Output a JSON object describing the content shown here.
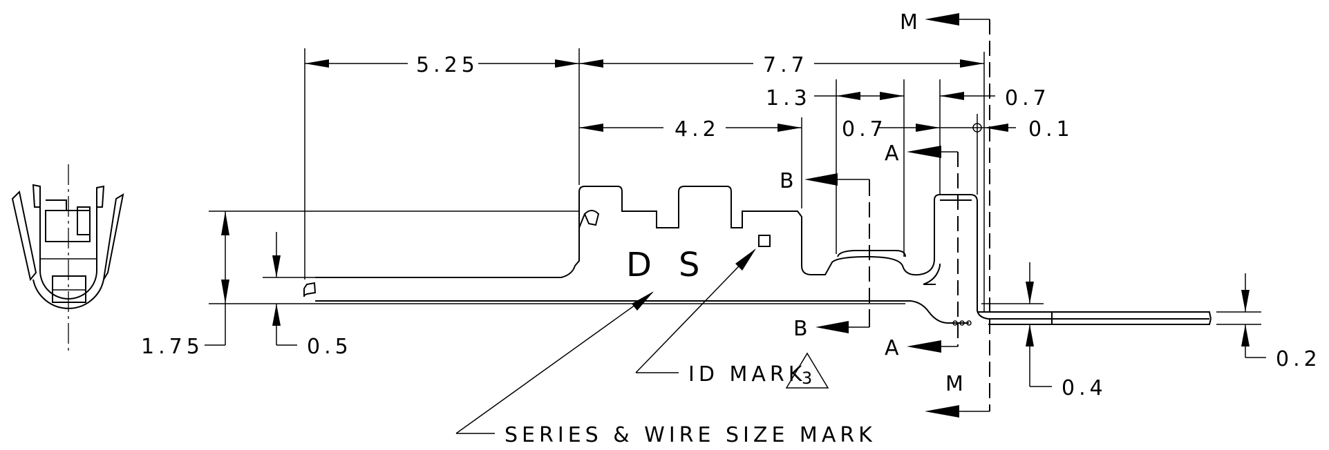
{
  "dimensions": {
    "d_5_25": "5.25",
    "d_7_7": "7.7",
    "d_4_2": "4.2",
    "d_1_3": "1.3",
    "d_0_7_top": "0.7",
    "d_0_7_mid": "0.7",
    "d_0_1": "0.1",
    "d_1_75": "1.75",
    "d_0_5": "0.5",
    "d_0_2": "0.2",
    "d_0_4": "0.4"
  },
  "sections": {
    "a_top": "A",
    "a_bottom": "A",
    "b_top": "B",
    "b_bottom": "B",
    "m_top": "M",
    "m_bottom": "M"
  },
  "marks": {
    "d": "D",
    "s": "S"
  },
  "callouts": {
    "id_mark": "ID MARK",
    "id_note_number": "3",
    "series_mark": "SERIES & WIRE SIZE MARK"
  }
}
